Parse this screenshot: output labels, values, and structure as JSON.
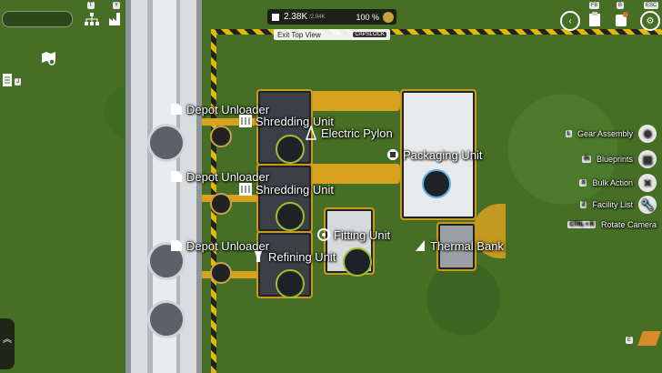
{
  "hud": {
    "resource_value": "2.38K",
    "resource_cap": "/2.94K",
    "power_percent": "100 %",
    "hint_text": "Exit Top View",
    "hint_key": "CAPSLOCK",
    "keys": {
      "t": "T",
      "y": "Y",
      "j": "J",
      "f8": "F8",
      "b": "B",
      "esc": "ESC",
      "e": "E"
    }
  },
  "machines": {
    "depot_unloader_1": "Depot Unloader",
    "depot_unloader_2": "Depot Unloader",
    "depot_unloader_3": "Depot Unloader",
    "shredding_unit_1": "Shredding Unit",
    "shredding_unit_2": "Shredding Unit",
    "electric_pylon": "Electric Pylon",
    "packaging_unit": "Packaging Unit",
    "fitting_unit": "Fitting Unit",
    "refining_unit": "Refining Unit",
    "thermal_bank": "Thermal Bank"
  },
  "side_menu": [
    {
      "key": "L",
      "label": "Gear Assembly",
      "icon": "gear-assembly-icon"
    },
    {
      "key": "PI",
      "label": "Blueprints",
      "icon": "blueprint-icon"
    },
    {
      "key": "X",
      "label": "Bulk Action",
      "icon": "bulk-action-icon"
    },
    {
      "key": "Z",
      "label": "Facility List",
      "icon": "wrench-icon"
    },
    {
      "key": "CTRL + R",
      "label": "Rotate Camera",
      "icon": "rotate-camera-icon"
    }
  ]
}
